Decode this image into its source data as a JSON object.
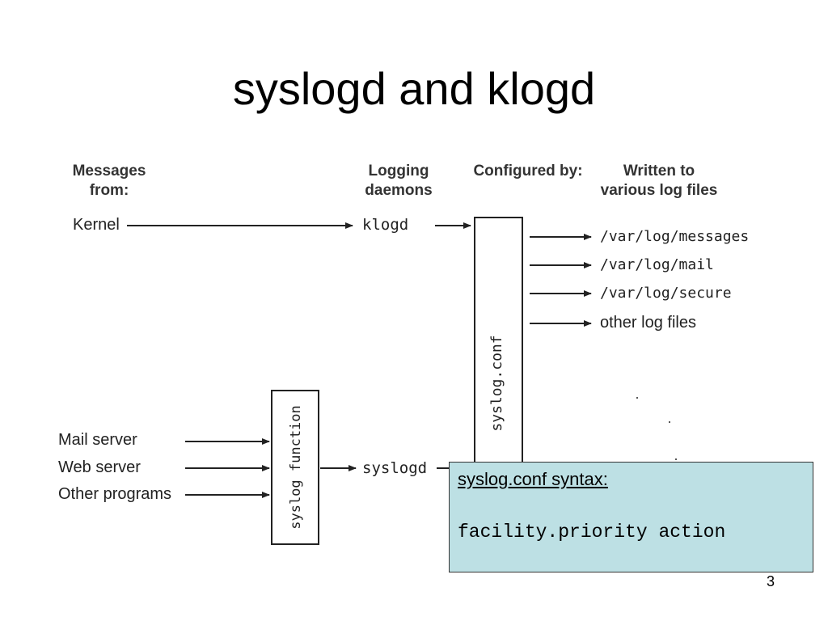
{
  "title": "syslogd and klogd",
  "headers": {
    "messages_from": [
      "Messages",
      "from:"
    ],
    "logging_daemons": [
      "Logging",
      "daemons"
    ],
    "configured_by": "Configured by:",
    "written_to": [
      "Written to",
      "various log files"
    ]
  },
  "sources": {
    "kernel": "Kernel",
    "mail_server": "Mail server",
    "web_server": "Web server",
    "other_programs": "Other programs"
  },
  "daemons": {
    "klogd": "klogd",
    "syslogd": "syslogd"
  },
  "boxes": {
    "syslog_function": "syslog function",
    "syslog_conf": "syslog.conf"
  },
  "log_files": [
    "/var/log/messages",
    "/var/log/mail",
    "/var/log/secure"
  ],
  "other_log_files": "other log files",
  "callout": {
    "title": "syslog.conf syntax:",
    "code": "facility.priority action",
    "background": "#bde0e4"
  },
  "page_number": "3"
}
